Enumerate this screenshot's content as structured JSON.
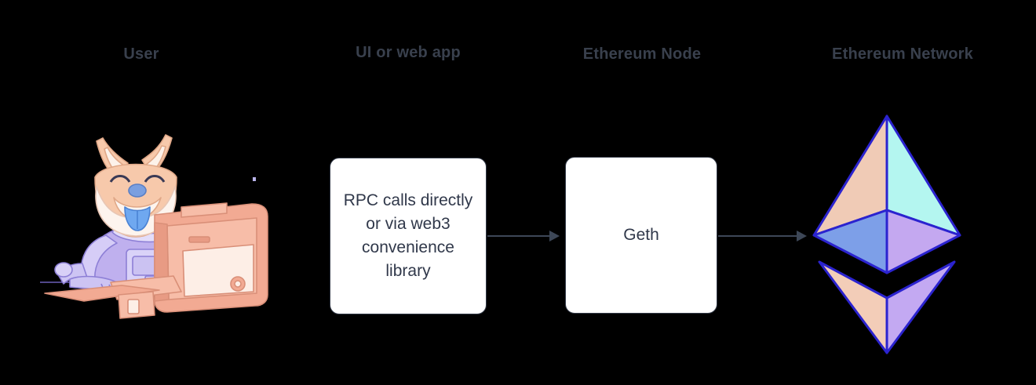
{
  "diagram": {
    "type": "flow",
    "background": "#000000",
    "accent_line_color": "#3d4757",
    "box_fill": "#ffffff",
    "box_border": "#333a48",
    "header_color": "#39404d",
    "columns": [
      {
        "key": "user",
        "label": "User",
        "content_kind": "illustration",
        "illustration": "shiba-inu-astronaut-at-computer"
      },
      {
        "key": "ui",
        "label": "UI or web app",
        "content_kind": "process-box",
        "box_text": "RPC calls directly\nor via web3\nconvenience\nlibrary"
      },
      {
        "key": "node",
        "label": "Ethereum Node",
        "content_kind": "process-box",
        "box_text": "Geth"
      },
      {
        "key": "network",
        "label": "Ethereum Network",
        "content_kind": "illustration",
        "illustration": "ethereum-diamond-logo"
      }
    ],
    "connectors": [
      {
        "from": "ui",
        "to": "node",
        "style": "solid-arrow",
        "label": ""
      },
      {
        "from": "node",
        "to": "network",
        "style": "solid-arrow",
        "label": ""
      }
    ],
    "illustration_colors": {
      "dog_fur": "#f7c7a8",
      "dog_muzzle": "#fdf4ee",
      "dog_nose": "#7a9fe0",
      "dog_tongue": "#6fa8f0",
      "suit_purple": "#b3a4e8",
      "suit_light": "#d8d0f5",
      "computer_body": "#f2aa93",
      "computer_screen": "#fdeee6",
      "eth_upper_left": "#f0cbb6",
      "eth_upper_right": "#b4f6f0",
      "eth_mid_left": "#7d9fe8",
      "eth_mid_right": "#c4a8f0",
      "eth_lower_left": "#f3cdb8",
      "eth_lower_right": "#c3a9f2",
      "eth_outline": "#2b23cf"
    }
  }
}
